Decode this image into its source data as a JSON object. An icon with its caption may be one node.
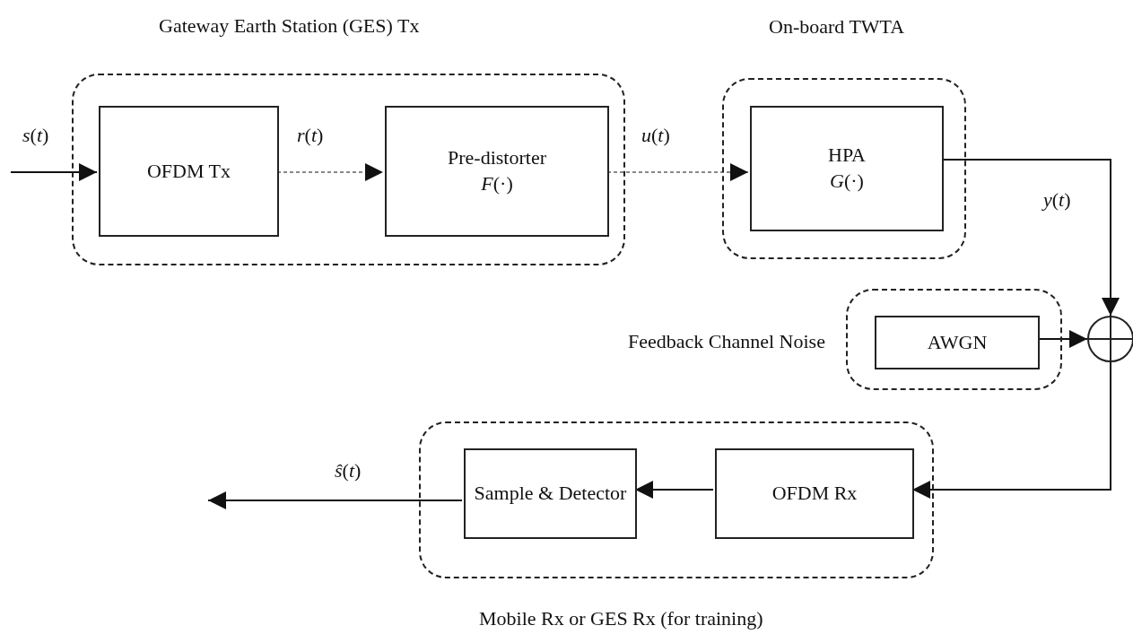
{
  "diagram": {
    "nodes": [
      {
        "text": [
          "Gateway Earth Station (GES) Tx"
        ]
      },
      {
        "text": [
          "OFDM Tx"
        ],
        "in": 0
      },
      {
        "text": [
          "Pre-distorter",
          "*F*(·)"
        ],
        "in": 0
      },
      {
        "text": [
          "On-board TWTA"
        ]
      },
      {
        "text": [
          "HPA",
          "*G*(·)"
        ],
        "in": 3
      },
      {
        "text": [
          "Feedback Channel Noise"
        ]
      },
      {
        "text": [
          "AWGN"
        ],
        "in": 5
      },
      {
        "text": [],
        "shape": "circle"
      },
      {
        "text": [
          "Mobile Rx or GES Rx (for training)"
        ]
      },
      {
        "text": [
          "Sample & Detector"
        ],
        "in": 8
      },
      {
        "text": [
          "OFDM Rx"
        ],
        "in": 8
      }
    ],
    "edges": [
      {
        "from": null,
        "to": 1,
        "arrow": "to",
        "label": "*s*(*t*)"
      },
      {
        "from": 1,
        "to": 2,
        "arrow": "to",
        "label": "*r*(*t*)",
        "style": "dashed",
        "color": "#888888"
      },
      {
        "from": 2,
        "to": 4,
        "arrow": "to",
        "label": "*u*(*t*)",
        "style": "dashed",
        "color": "#888888"
      },
      {
        "from": 4,
        "to": 7,
        "arrow": "to",
        "label": "*y*(*t*)"
      },
      {
        "from": 6,
        "to": 7,
        "arrow": "to"
      },
      {
        "from": 7,
        "to": 10,
        "arrow": "to"
      },
      {
        "from": 10,
        "to": 9,
        "arrow": "to"
      },
      {
        "from": 9,
        "to": null,
        "arrow": "to",
        "label": "*ŝ*(*t*)"
      }
    ]
  }
}
